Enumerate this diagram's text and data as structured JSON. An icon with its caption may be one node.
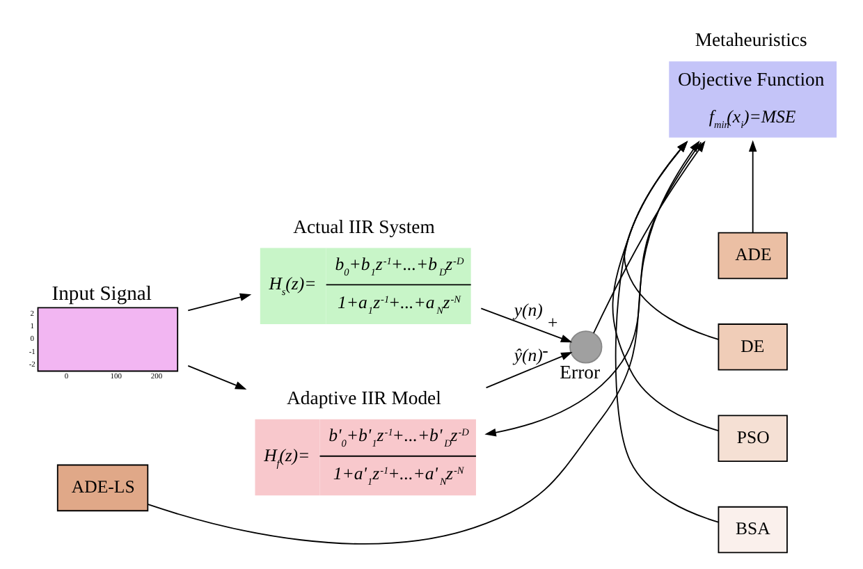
{
  "diagram": {
    "nodes": [
      {
        "text": [
          "Input Signal"
        ],
        "beside": [
          "2",
          "1",
          "0",
          "-1",
          "-2",
          "0",
          "100",
          "200"
        ]
      },
      {
        "text": [
          "Actual IIR System",
          "H$_{s}$(z)=",
          "b$_{0}$+b$_{1}$z$^{-1}$+...+b$_{D}$z$^{-D}$",
          "1+a$_{1}$z$^{-1}$+...+a$_{N}$z$^{-N}$"
        ]
      },
      {
        "text": [
          "Adaptive IIR Model",
          "H$_{f}$(z)=",
          "b'$_{0}$+b'$_{1}$z$^{-1}$+...+b'$_{D}$z$^{-D}$",
          "1+a'$_{1}$z$^{-1}$+...+a'$_{N}$z$^{-N}$"
        ]
      },
      {
        "text": [],
        "shape": "circle",
        "beside": [
          "Error"
        ]
      },
      {
        "text": [
          "Metaheuristics",
          "Objective Function",
          "f$_{min}$(x$_{i}$)=MSE"
        ]
      },
      {
        "text": [
          "ADE-LS"
        ]
      },
      {
        "text": [
          "ADE"
        ]
      },
      {
        "text": [
          "DE"
        ]
      },
      {
        "text": [
          "PSO"
        ]
      },
      {
        "text": [
          "BSA"
        ]
      }
    ],
    "edges": [
      {
        "from": 0,
        "to": 1,
        "arrow": "to"
      },
      {
        "from": 0,
        "to": 2,
        "arrow": "to"
      },
      {
        "from": 1,
        "to": 3,
        "arrow": "to",
        "label": "y(n)"
      },
      {
        "from": 2,
        "to": 3,
        "arrow": "to",
        "label": "ŷ(n)"
      },
      {
        "from": 3,
        "to": 4,
        "arrow": "to"
      },
      {
        "from": 4,
        "to": 2,
        "arrow": "to"
      },
      {
        "from": 5,
        "to": 4,
        "arrow": "to"
      },
      {
        "from": 6,
        "to": 4,
        "arrow": "to"
      },
      {
        "from": 7,
        "to": 4,
        "arrow": "to"
      },
      {
        "from": 8,
        "to": 4,
        "arrow": "to"
      },
      {
        "from": 9,
        "to": 4,
        "arrow": "to"
      }
    ],
    "labels": [
      "+",
      "-"
    ]
  }
}
